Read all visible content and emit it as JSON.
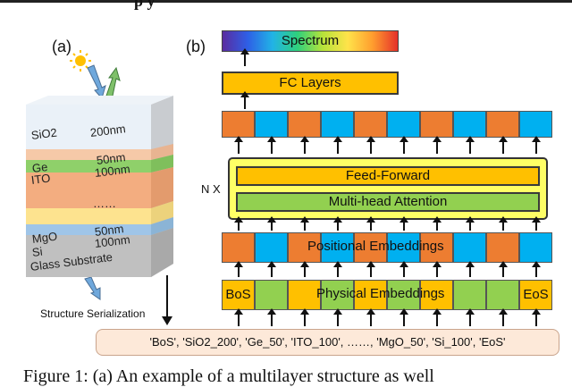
{
  "header": {
    "fragment": "p      y"
  },
  "panel_a": {
    "label": "(a)",
    "layers": [
      {
        "name": "SiO2",
        "thickness": "200nm"
      },
      {
        "name": "Ge",
        "thickness": "50nm"
      },
      {
        "name": "ITO",
        "thickness": "100nm"
      },
      {
        "name": "……",
        "thickness": ""
      },
      {
        "name": "MgO",
        "thickness": "50nm"
      },
      {
        "name": "Si",
        "thickness": "100nm"
      }
    ],
    "substrate": "Glass Substrate",
    "serialization_label": "Structure Serialization"
  },
  "panel_b": {
    "label": "(b)",
    "spectrum": "Spectrum",
    "fc_layers": "FC Layers",
    "repeat": "N X",
    "feed_forward": "Feed-Forward",
    "attention": "Multi-head Attention",
    "positional": "Positional Embeddings",
    "physical": "Physical Embeddings",
    "bos": "BoS",
    "eos": "EoS"
  },
  "sequence": "'BoS', 'SiO2_200', 'Ge_50', 'ITO_100', ……, 'MgO_50', 'Si_100', 'EoS'",
  "caption": "Figure 1: (a) An example of a multilayer structure as well"
}
